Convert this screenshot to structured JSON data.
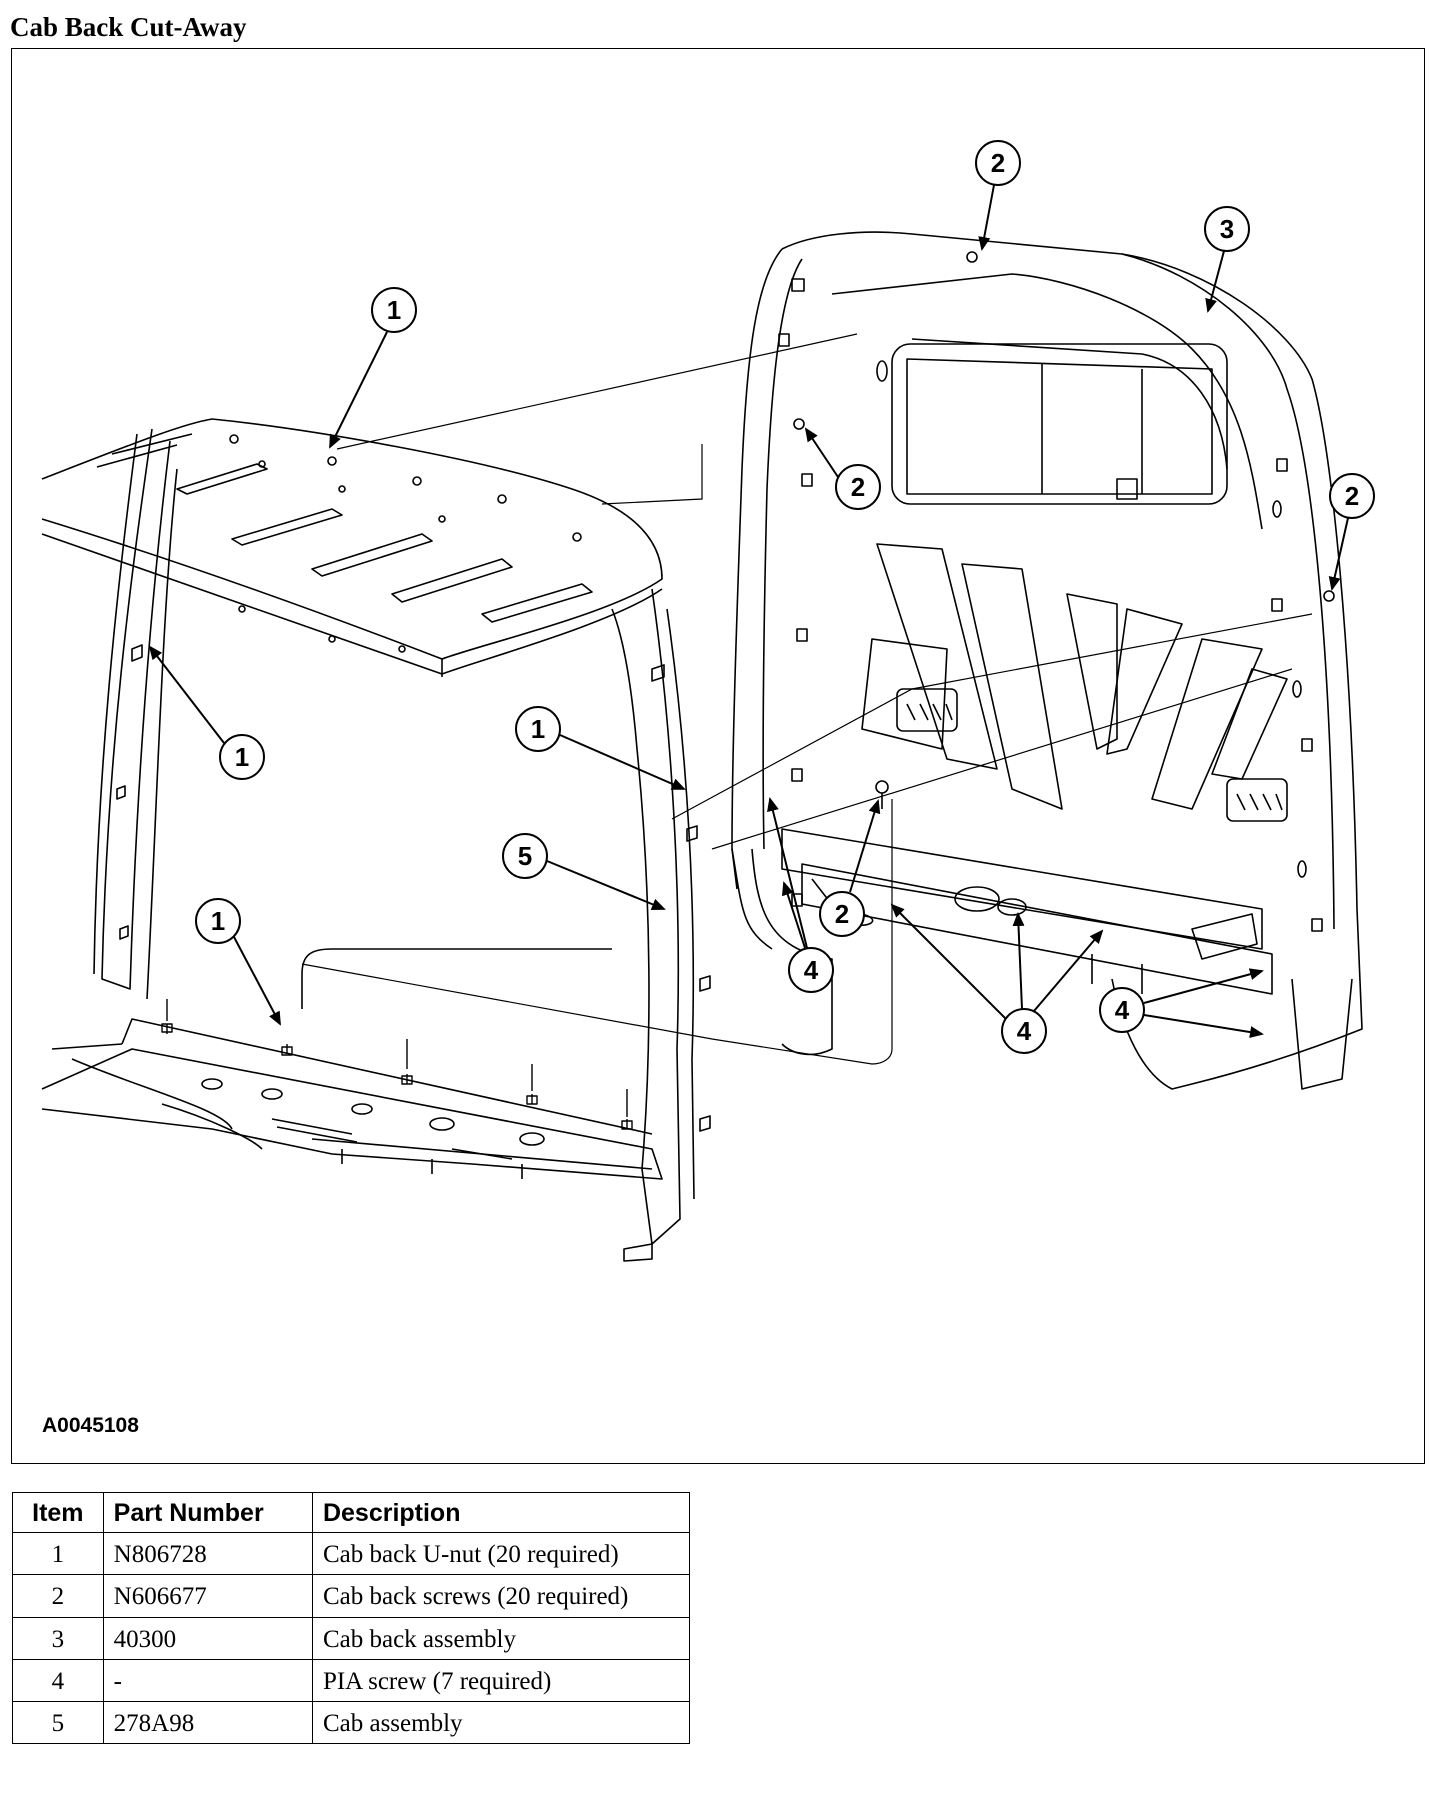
{
  "title": "Cab Back Cut-Away",
  "figure_id": "A0045108",
  "callouts": [
    "1",
    "1",
    "1",
    "1",
    "2",
    "2",
    "2",
    "2",
    "3",
    "4",
    "4",
    "4",
    "5"
  ],
  "table": {
    "headers": [
      "Item",
      "Part Number",
      "Description"
    ],
    "rows": [
      {
        "item": "1",
        "part_number": "N806728",
        "description": "Cab back U-nut (20 required)"
      },
      {
        "item": "2",
        "part_number": "N606677",
        "description": "Cab back screws (20 required)"
      },
      {
        "item": "3",
        "part_number": "40300",
        "description": "Cab back assembly"
      },
      {
        "item": "4",
        "part_number": "-",
        "description": "PIA screw (7 required)"
      },
      {
        "item": "5",
        "part_number": "278A98",
        "description": "Cab assembly"
      }
    ]
  }
}
